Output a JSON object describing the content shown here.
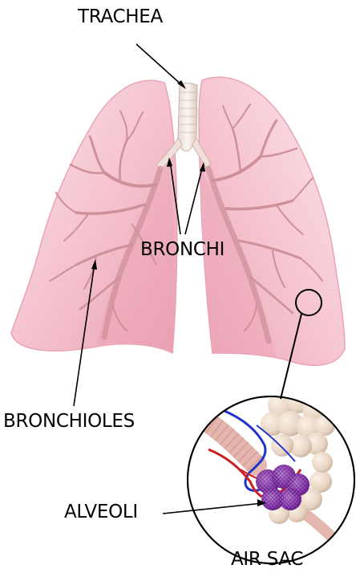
{
  "labels": {
    "trachea": "TRACHEA",
    "bronchi": "BRONCHI",
    "bronchioles": "BRONCHIOLES",
    "alveoli": "ALVEOLI",
    "air_sac": "AIR SAC"
  },
  "colors": {
    "lung_fill": "#f6c6d0",
    "lung_edge": "#e79fb0",
    "airway": "#c98b92",
    "trachea_fill": "#f4ece6",
    "vessel_blue": "#2233cc",
    "vessel_red": "#cc1f1f",
    "alveoli_cluster": "#eddccb",
    "alveoli_purple": "#7a2aa8"
  }
}
